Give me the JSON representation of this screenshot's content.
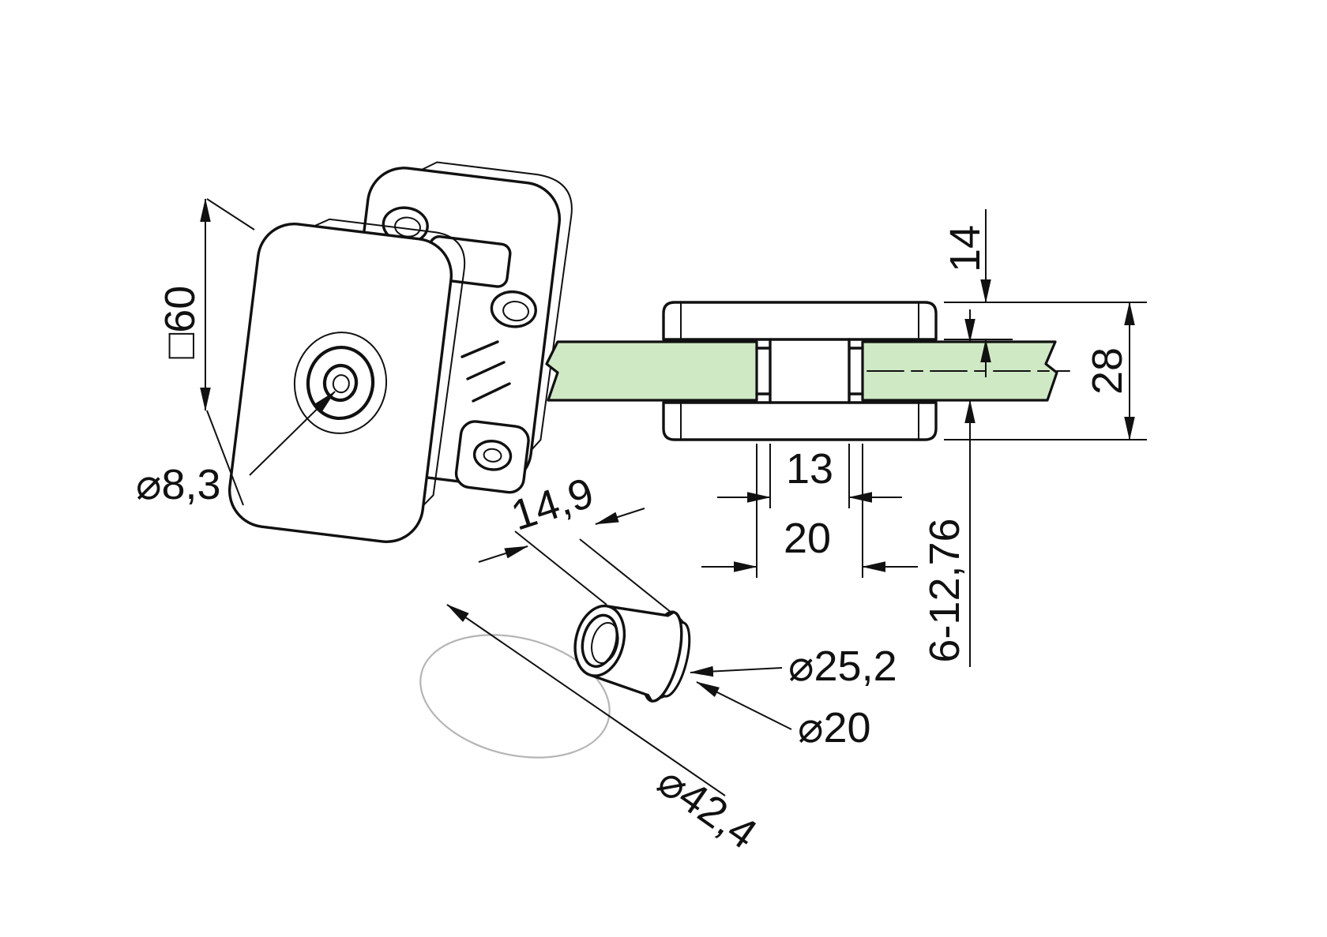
{
  "colors": {
    "glass": "#cfe9c5",
    "line": "#111111"
  },
  "dimensions": {
    "square_size": "□60",
    "center_hole": "⌀8,3",
    "plate_thickness": "14",
    "overall_height": "28",
    "web_width": "13",
    "seat_width": "20",
    "glass_range": "6-12,76",
    "bushing_length": "14,9",
    "bushing_outer_dia": "⌀25,2",
    "bushing_inner_dia": "⌀20",
    "tube_dia": "⌀42,4"
  }
}
